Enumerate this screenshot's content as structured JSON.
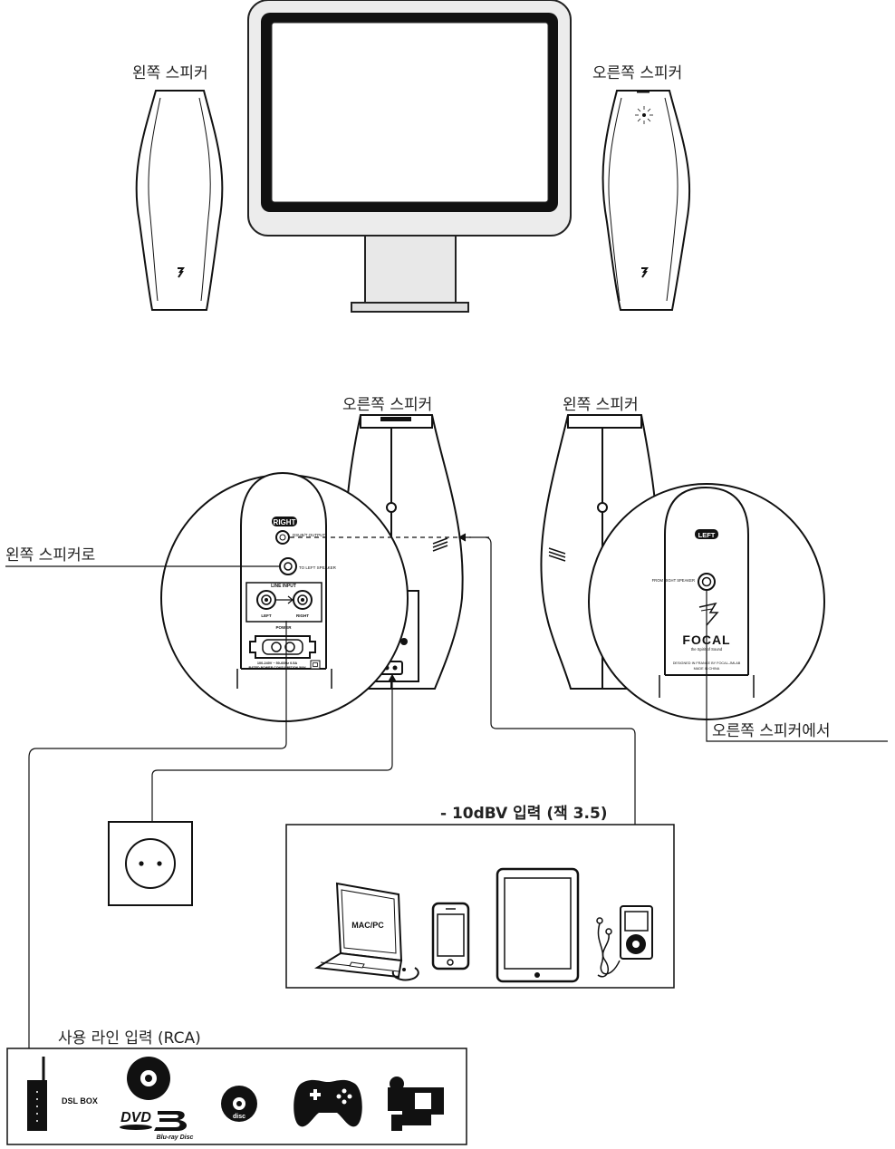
{
  "labels": {
    "top_left_speaker": "왼쪽 스피커",
    "top_right_speaker": "오른쪽 스피커",
    "rear_right_speaker": "오른쪽 스피커",
    "rear_left_speaker": "왼쪽 스피커",
    "to_left_speaker": "왼쪽 스피커로",
    "from_right_speaker": "오른쪽 스피커에서",
    "input_10dbv": "- 10dBV 입력 (잭 3.5)",
    "rca_input": "사용 라인 입력 (RCA)"
  },
  "right_panel": {
    "title": "RIGHT",
    "dsub_out": "DSUB/T OUTPUT",
    "to_left": "TO LEFT SPEAKER",
    "line_input": "LINE INPUT",
    "left": "LEFT",
    "right": "RIGHT",
    "power": "POWER",
    "rating": "100-240V ~ 50-60Hz 0.5A",
    "consumption": "RATED POWER CONSUMPTION 50W"
  },
  "left_panel": {
    "title": "LEFT",
    "from_right": "FROM RIGHT SPEAKER",
    "brand": "FOCAL",
    "tagline": "the Spirit of Sound",
    "designed": "DESIGNED IN FRANCE BY FOCAL-JMLAB",
    "made": "MADE IN CHINA"
  },
  "devices": {
    "laptop": "MAC/PC",
    "dsl": "DSL BOX",
    "dvd": "DVD",
    "bluray": "Blu-ray Disc",
    "disc": "disc"
  },
  "icons": [
    "monitor-icon",
    "speaker-icon",
    "power-outlet-icon",
    "laptop-icon",
    "smartphone-icon",
    "tablet-icon",
    "music-player-icon",
    "earphones-icon",
    "dsl-router-icon",
    "dvd-icon",
    "bluray-icon",
    "compact-disc-icon",
    "gamepad-icon",
    "camcorder-icon"
  ]
}
